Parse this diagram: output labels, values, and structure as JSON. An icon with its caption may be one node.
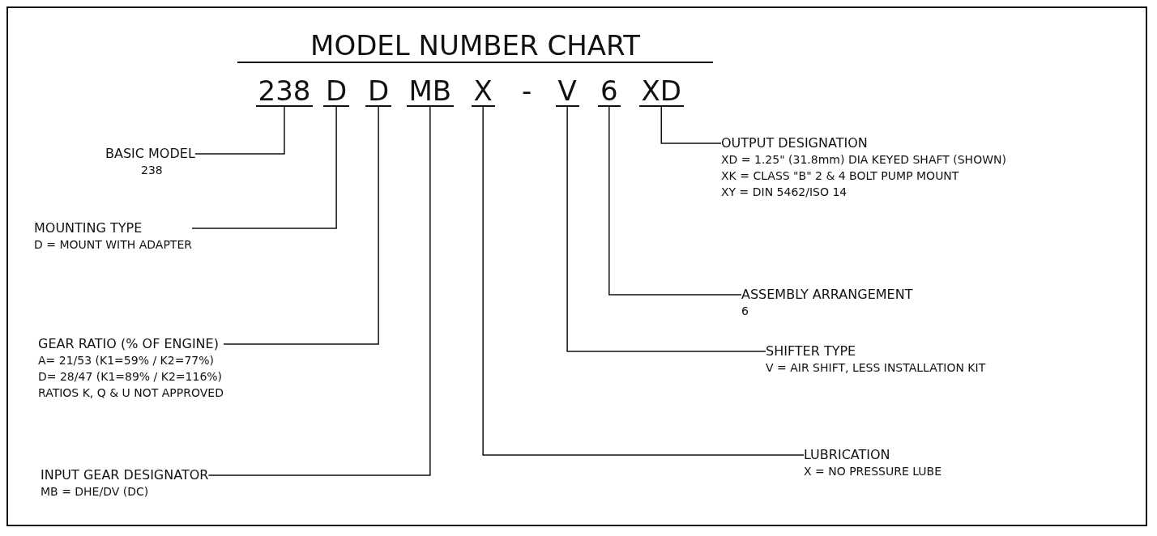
{
  "diagram": {
    "title": "MODEL NUMBER CHART",
    "nodes": [
      {
        "text": [
          "238"
        ]
      },
      {
        "text": [
          "D"
        ]
      },
      {
        "text": [
          "D"
        ]
      },
      {
        "text": [
          "MB"
        ]
      },
      {
        "text": [
          "X"
        ]
      },
      {
        "text": [
          "V"
        ]
      },
      {
        "text": [
          "6"
        ]
      },
      {
        "text": [
          "XD"
        ]
      },
      {
        "text": [
          "OUTPUT DESIGNATION",
          "XD = 1.25\" (31.8mm) DIA KEYED SHAFT (SHOWN)",
          "XK = CLASS \"B\" 2 & 4 BOLT PUMP MOUNT",
          "XY = DIN 5462/ISO 14"
        ]
      },
      {
        "text": [
          "BASIC MODEL",
          "238"
        ]
      },
      {
        "text": [
          "MOUNTING TYPE",
          "D = MOUNT WITH ADAPTER"
        ]
      },
      {
        "text": [
          "ASSEMBLY ARRANGEMENT",
          "6"
        ]
      },
      {
        "text": [
          "GEAR RATIO (% OF ENGINE)",
          "A= 21/53 (K1=59% / K2=77%)",
          "D= 28/47 (K1=89% / K2=116%)",
          "RATIOS K, Q & U NOT APPROVED"
        ]
      },
      {
        "text": [
          "SHIFTER TYPE",
          "V = AIR SHIFT, LESS INSTALLATION KIT"
        ]
      },
      {
        "text": [
          "LUBRICATION",
          "X = NO PRESSURE LUBE"
        ]
      },
      {
        "text": [
          "INPUT GEAR DESIGNATOR",
          "MB = DHE/DV (DC)"
        ]
      }
    ],
    "edges": [
      {
        "from": 0,
        "to": 9,
        "arrow": "none"
      },
      {
        "from": 1,
        "to": 10,
        "arrow": "none"
      },
      {
        "from": 2,
        "to": 12,
        "arrow": "none"
      },
      {
        "from": 3,
        "to": 15,
        "arrow": "none"
      },
      {
        "from": 4,
        "to": 14,
        "arrow": "none"
      },
      {
        "from": 5,
        "to": 13,
        "arrow": "none"
      },
      {
        "from": 6,
        "to": 11,
        "arrow": "none"
      },
      {
        "from": 7,
        "to": 8,
        "arrow": "none"
      }
    ],
    "labels": [
      "-"
    ]
  }
}
